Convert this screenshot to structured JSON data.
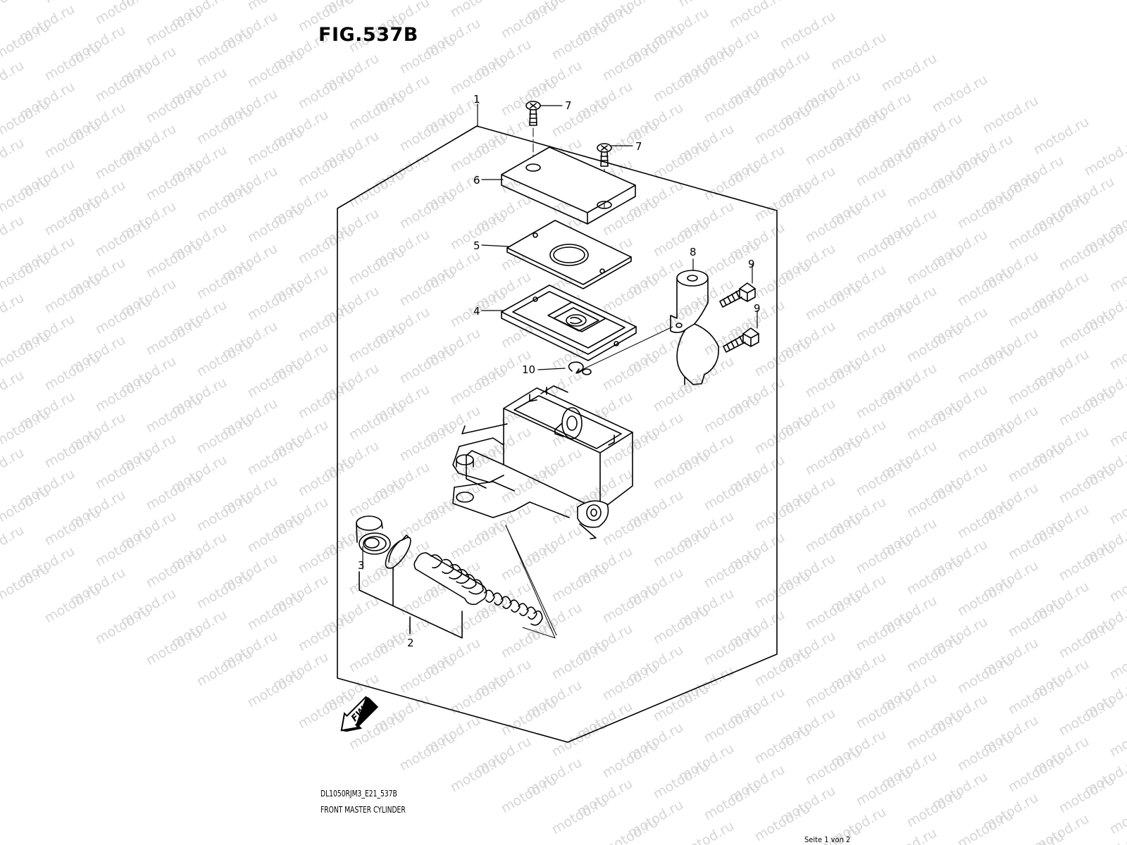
{
  "figure": {
    "title": "FIG.537B",
    "model_code": "DL1050RJM3_E21_537B",
    "part_name": "FRONT MASTER CYLINDER",
    "page": "Seite 1 von 2",
    "fwd_label": "FWD",
    "watermark": "motod.ru"
  },
  "callouts": [
    "1",
    "2",
    "3",
    "4",
    "5",
    "6",
    "7",
    "7",
    "8",
    "9",
    "9",
    "10"
  ]
}
